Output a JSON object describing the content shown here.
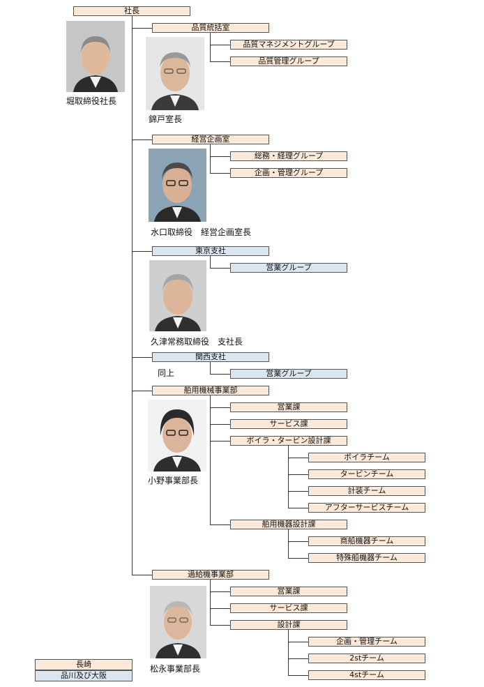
{
  "root": "社長",
  "president_caption": "堀取締役社長",
  "divisions": {
    "quality": {
      "name": "品質統括室",
      "head": "錦戸室長",
      "groups": [
        "品質マネジメントグループ",
        "品質管理グループ"
      ]
    },
    "planning": {
      "name": "経営企画室",
      "head": "水口取締役　経営企画室長",
      "groups": [
        "総務・経理グループ",
        "企画・管理グループ"
      ]
    },
    "tokyo": {
      "name": "東京支社",
      "head": "久津常務取締役　支社長",
      "groups": [
        "営業グループ"
      ]
    },
    "kansai": {
      "name": "関西支社",
      "head": "同上",
      "groups": [
        "営業グループ"
      ]
    },
    "marine": {
      "name": "舶用機械事業部",
      "head": "小野事業部長",
      "sections": [
        "営業課",
        "サービス課",
        "ボイラ・タービン設計課",
        "舶用機器設計課"
      ],
      "boiler_teams": [
        "ボイラチーム",
        "タービンチーム",
        "計装チーム",
        "アフターサービスチーム"
      ],
      "equipment_teams": [
        "商船機器チーム",
        "特殊船機器チーム"
      ]
    },
    "turbo": {
      "name": "過給機事業部",
      "head": "松永事業部長",
      "sections": [
        "営業課",
        "サービス課",
        "設計課"
      ],
      "design_teams": [
        "企画・管理チーム",
        "2stチーム",
        "4stチーム"
      ]
    }
  },
  "legend": [
    "長崎",
    "品川及び大阪"
  ],
  "colors": {
    "nagasaki": "#fde9d9",
    "shinagawa_osaka": "#dce6f1"
  }
}
